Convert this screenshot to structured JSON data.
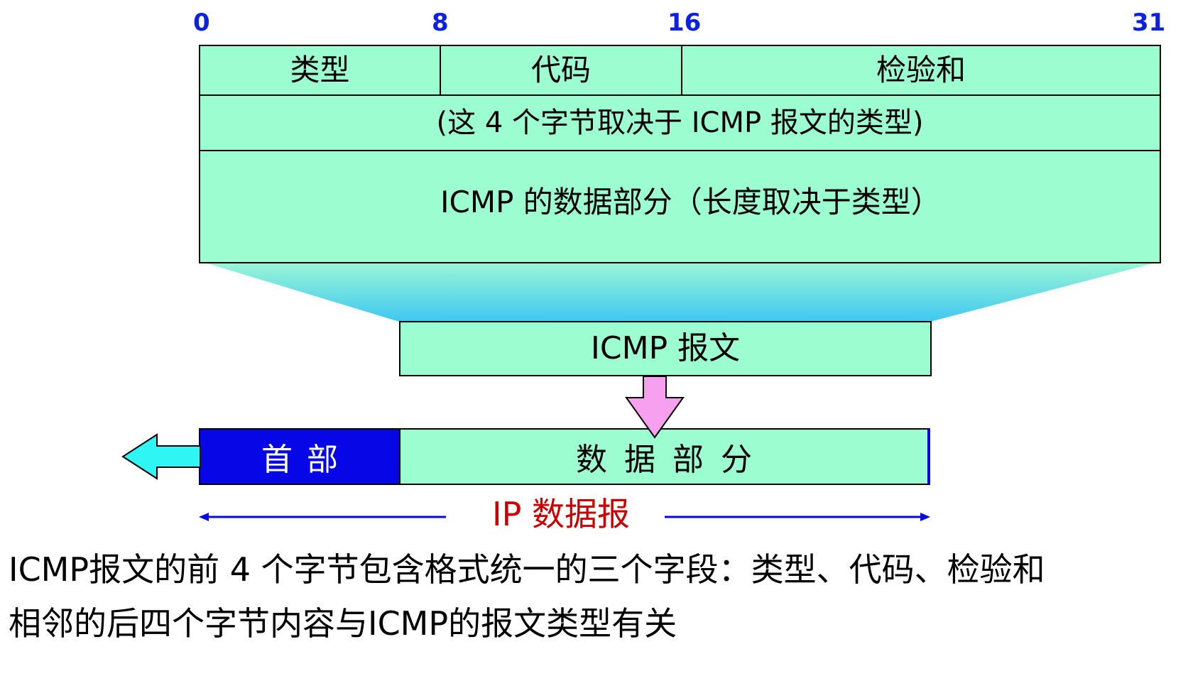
{
  "bit_labels": {
    "b0": "0",
    "b8": "8",
    "b16": "16",
    "b31": "31"
  },
  "icmp_format": {
    "type_field": "类型",
    "code_field": "代码",
    "checksum_field": "检验和",
    "rest_of_header": "(这 4 个字节取决于 ICMP 报文的类型)",
    "data_part": "ICMP 的数据部分（长度取决于类型）"
  },
  "icmp_message": "ICMP 报文",
  "ip_datagram": {
    "header": "首部",
    "data": "数据部分",
    "label": "IP 数据报"
  },
  "caption": {
    "line1": "ICMP报文的前 4 个字节包含格式统一的三个字段：类型、代码、检验和",
    "line2": "相邻的后四个字节内容与ICMP的报文类型有关"
  },
  "colors": {
    "field_fill": "#9cfdd0",
    "bit_label": "#0b22e0",
    "ip_header_fill": "#0606e6",
    "ip_label": "#cc0000",
    "down_arrow": "#f7a0f0",
    "left_arrow": "#2ff5f5",
    "funnel_top": "#9cf7d6",
    "funnel_bottom": "#3fc8f0"
  }
}
